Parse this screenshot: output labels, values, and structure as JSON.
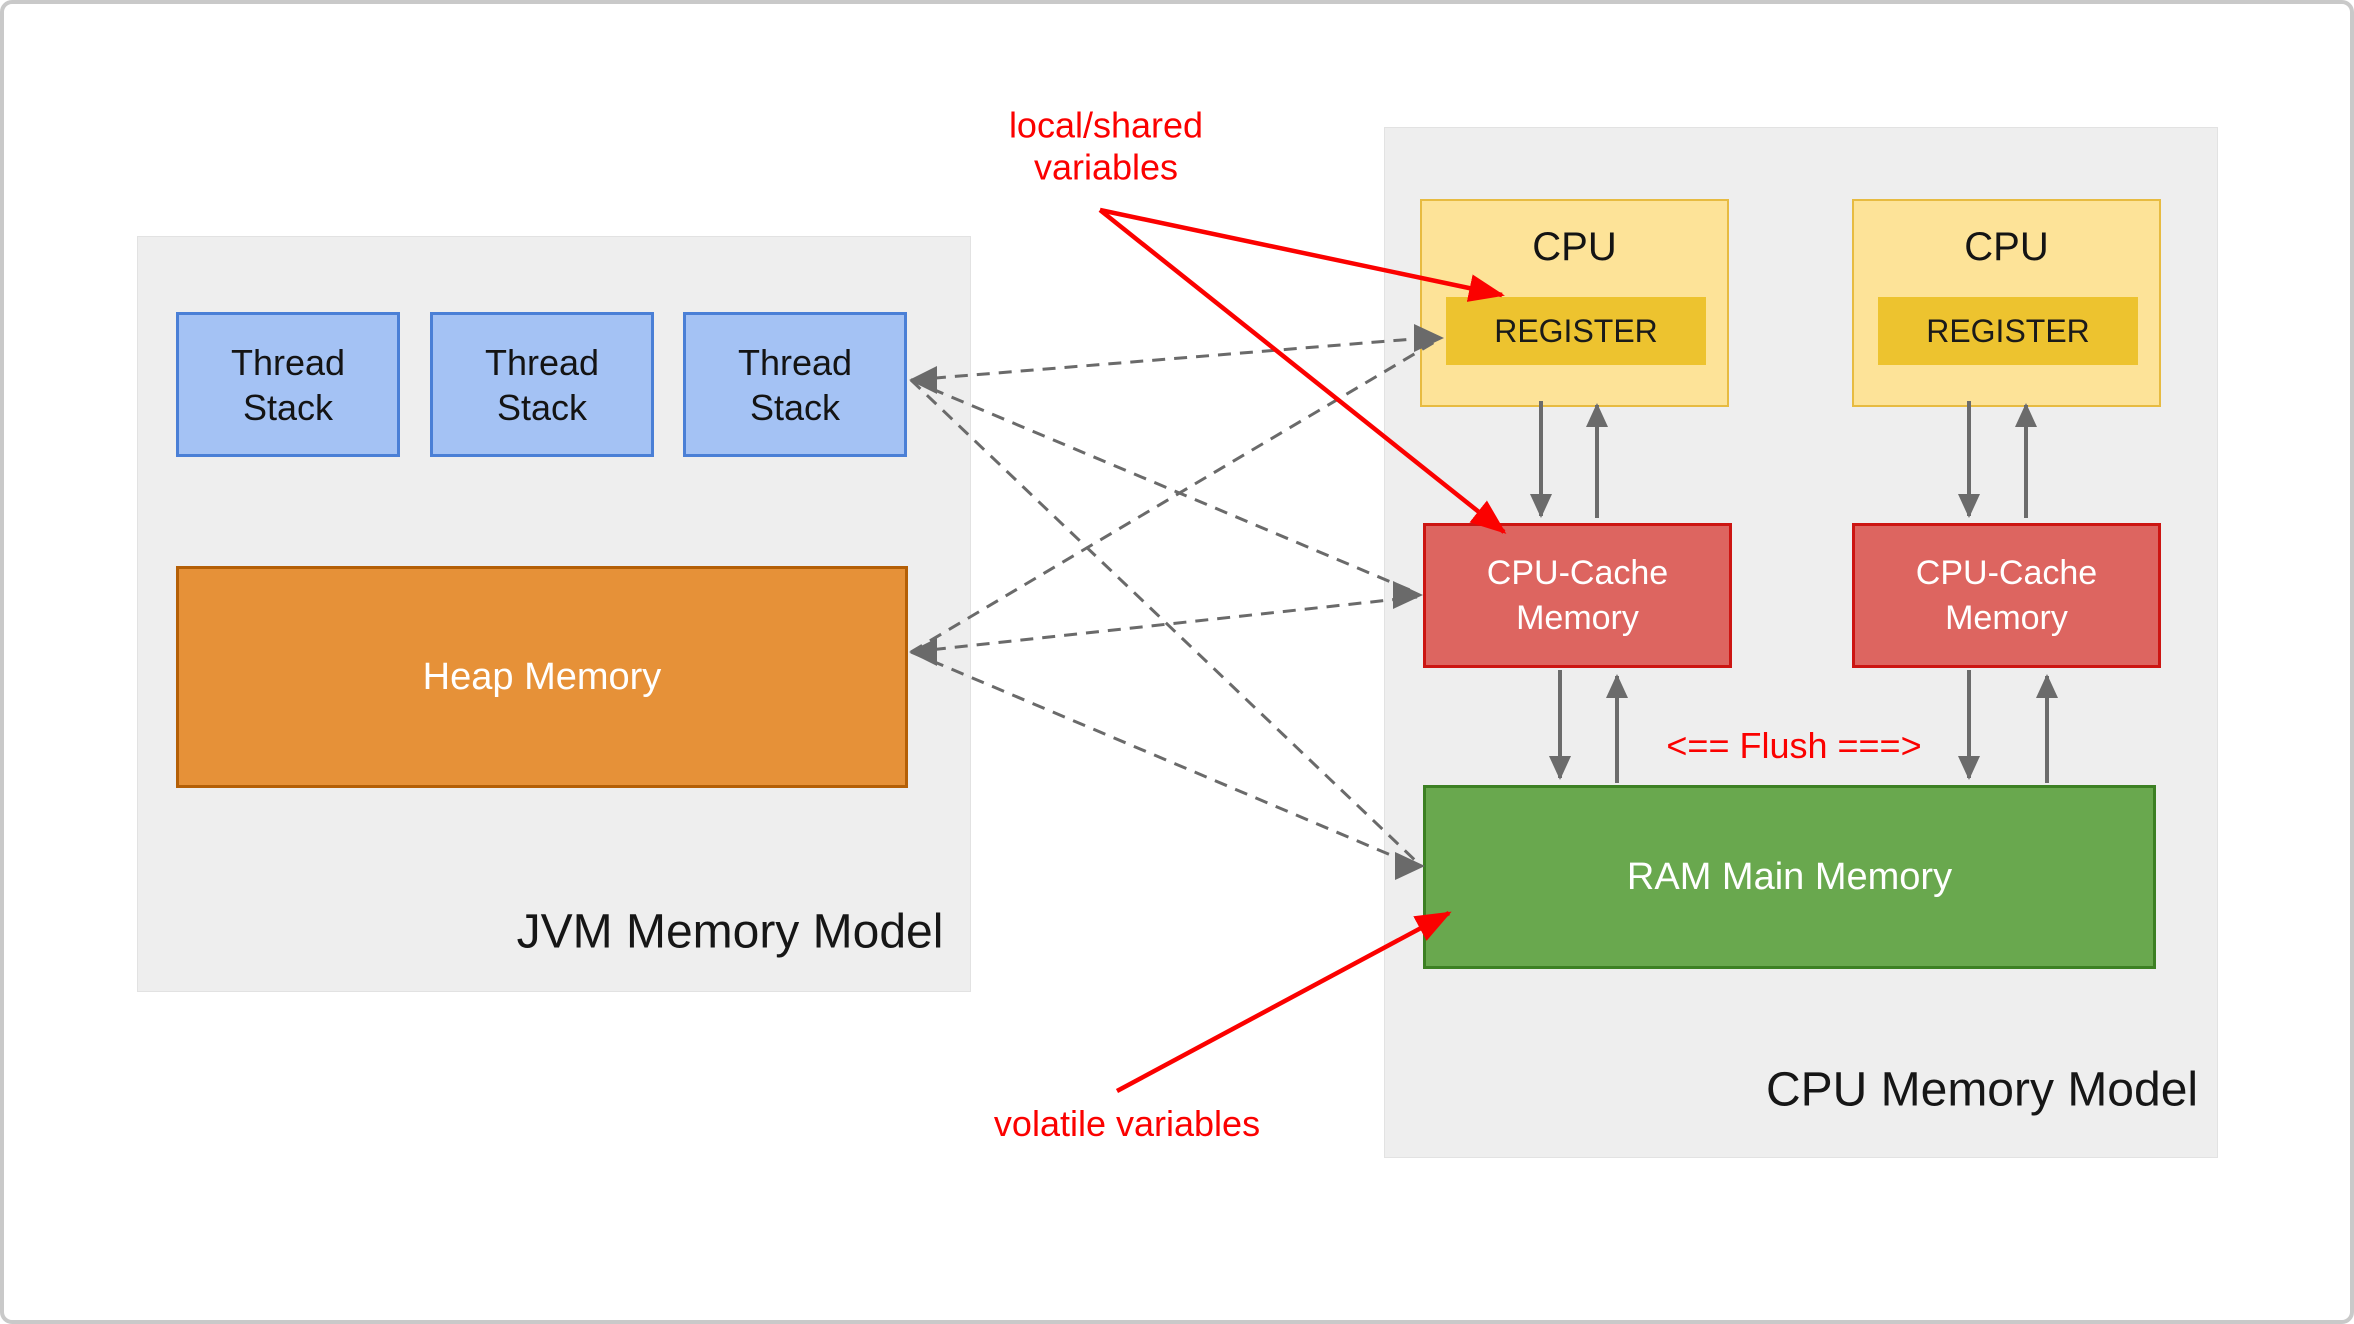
{
  "jvm": {
    "title": "JVM Memory Model",
    "thread_stacks": [
      {
        "label": "Thread\nStack"
      },
      {
        "label": "Thread\nStack"
      },
      {
        "label": "Thread\nStack"
      }
    ],
    "heap": {
      "label": "Heap Memory"
    }
  },
  "cpu": {
    "title": "CPU Memory Model",
    "units": [
      {
        "cpu_label": "CPU",
        "register_label": "REGISTER",
        "cache_label": "CPU-Cache\nMemory"
      },
      {
        "cpu_label": "CPU",
        "register_label": "REGISTER",
        "cache_label": "CPU-Cache\nMemory"
      }
    ],
    "ram": {
      "label": "RAM Main Memory"
    },
    "flush_label": "<== Flush ===>"
  },
  "annotations": {
    "local_shared": {
      "label": "local/shared\nvariables"
    },
    "volatile": {
      "label": "volatile variables"
    }
  },
  "colors": {
    "thread_stack_fill": "#a4c2f4",
    "thread_stack_border": "#4a7fd6",
    "heap_fill": "#e69138",
    "heap_border": "#b45f06",
    "cpu_fill": "#fde398",
    "cpu_border": "#e7bb41",
    "register_fill": "#edc32f",
    "cache_fill": "#dd6560",
    "cache_border": "#cc1512",
    "ram_fill": "#69a84e",
    "ram_border": "#3c8023",
    "panel_fill": "#eeeeee",
    "annotation_red": "#fb0100",
    "connector_gray": "#6a6a6a"
  }
}
